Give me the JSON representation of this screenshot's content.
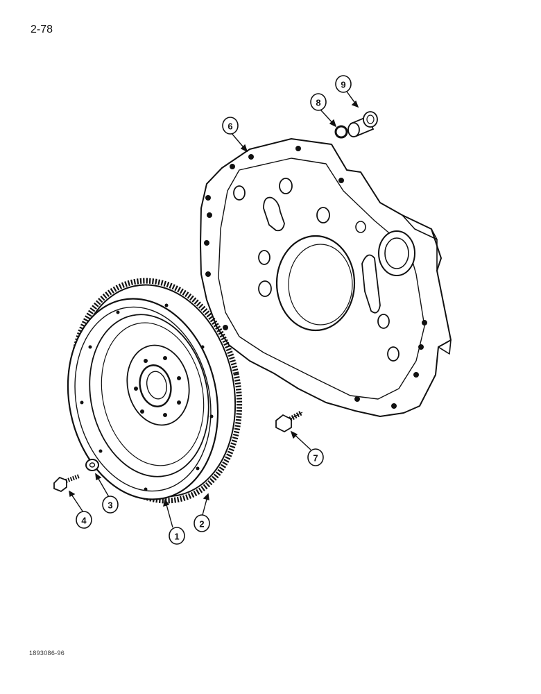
{
  "page": {
    "page_number": "2-78",
    "figure_code": "1893086-96"
  },
  "callouts": {
    "c1": "1",
    "c2": "2",
    "c3": "3",
    "c4": "4",
    "c6": "6",
    "c7": "7",
    "c8": "8",
    "c9": "9"
  },
  "colors": {
    "ink": "#111111",
    "paper": "#ffffff"
  }
}
